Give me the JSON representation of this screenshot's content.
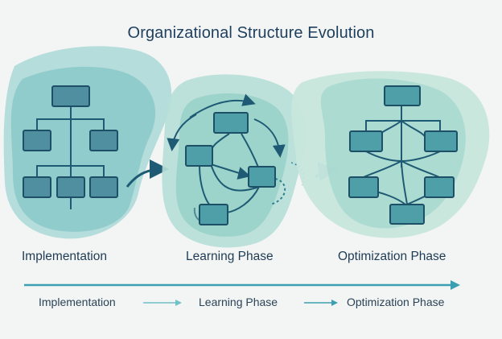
{
  "title": "Organizational Structure Evolution",
  "phases": [
    {
      "label": "Implementation"
    },
    {
      "label": "Learning Phase"
    },
    {
      "label": "Optimization Phase"
    }
  ],
  "timeline": {
    "labels": [
      "Implementation",
      "Learning Phase",
      "Optimization Phase"
    ]
  },
  "colors": {
    "title": "#1e3f5e",
    "blob": "#7cc4c4",
    "node_fill": "#4f8fa0",
    "node_stroke": "#1d4f66",
    "connector": "#1e5a73",
    "arrow": "#2a8aa0"
  }
}
